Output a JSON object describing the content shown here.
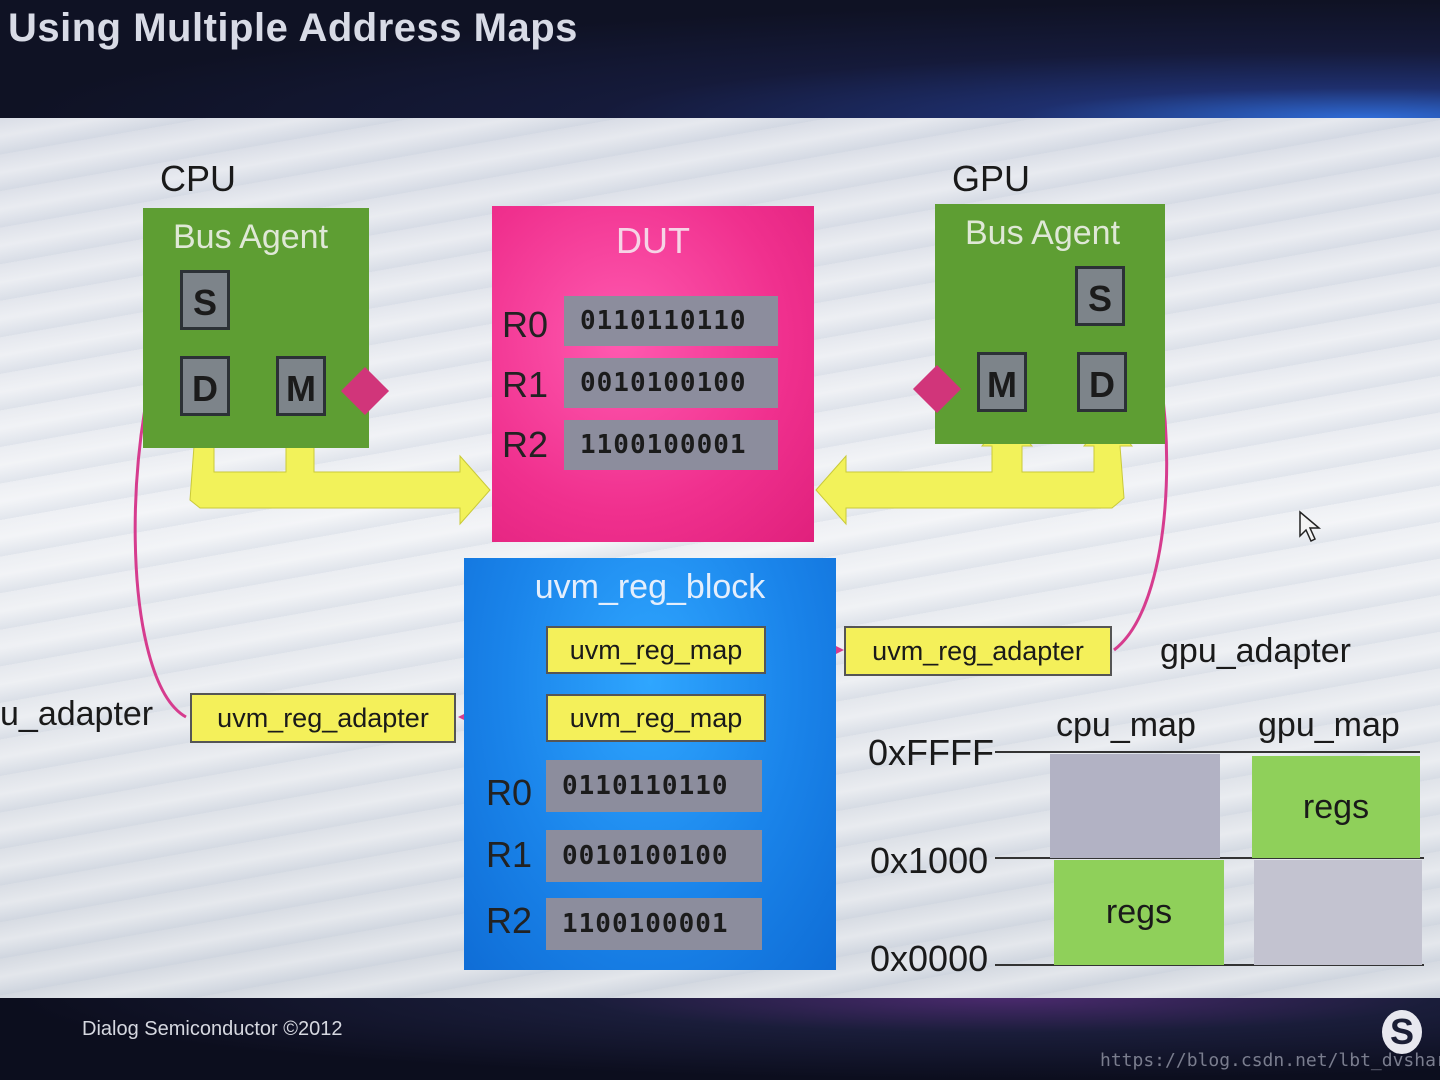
{
  "header": {
    "title": "Using Multiple Address Maps"
  },
  "footer": {
    "copyright": "Dialog Semiconductor ©2012",
    "logo": "S"
  },
  "watermark": "https://blog.csdn.net/lbt_dvshare",
  "cpu": {
    "label": "CPU",
    "agent_title": "Bus Agent",
    "s": "S",
    "d": "D",
    "m": "M",
    "adapter_label": "u_adapter",
    "adapter_box": "uvm_reg_adapter"
  },
  "gpu": {
    "label": "GPU",
    "agent_title": "Bus Agent",
    "s": "S",
    "d": "D",
    "m": "M",
    "adapter_label": "gpu_adapter",
    "adapter_box": "uvm_reg_adapter"
  },
  "dut": {
    "title": "DUT",
    "registers": [
      {
        "name": "R0",
        "value": "0110110110"
      },
      {
        "name": "R1",
        "value": "0010100100"
      },
      {
        "name": "R2",
        "value": "1100100001"
      }
    ]
  },
  "reg_block": {
    "title": "uvm_reg_block",
    "map_top": "uvm_reg_map",
    "map_bottom": "uvm_reg_map",
    "registers": [
      {
        "name": "R0",
        "value": "0110110110"
      },
      {
        "name": "R1",
        "value": "0010100100"
      },
      {
        "name": "R2",
        "value": "1100100001"
      }
    ]
  },
  "address_maps": {
    "cpu_map_label": "cpu_map",
    "gpu_map_label": "gpu_map",
    "addr_high": "0xFFFF",
    "addr_mid": "0x1000",
    "addr_low": "0x0000",
    "cpu_regs": "regs",
    "gpu_regs": "regs",
    "colors": {
      "regs": "#8fd05a",
      "empty": "#b9b9c6"
    }
  },
  "colors": {
    "dut": "#f0308e",
    "reg_block": "#1a84ea",
    "agent": "#5e9e33",
    "bus": "#f2f25a",
    "arrow": "#d63c8e",
    "adapter": "#f4f05a"
  }
}
